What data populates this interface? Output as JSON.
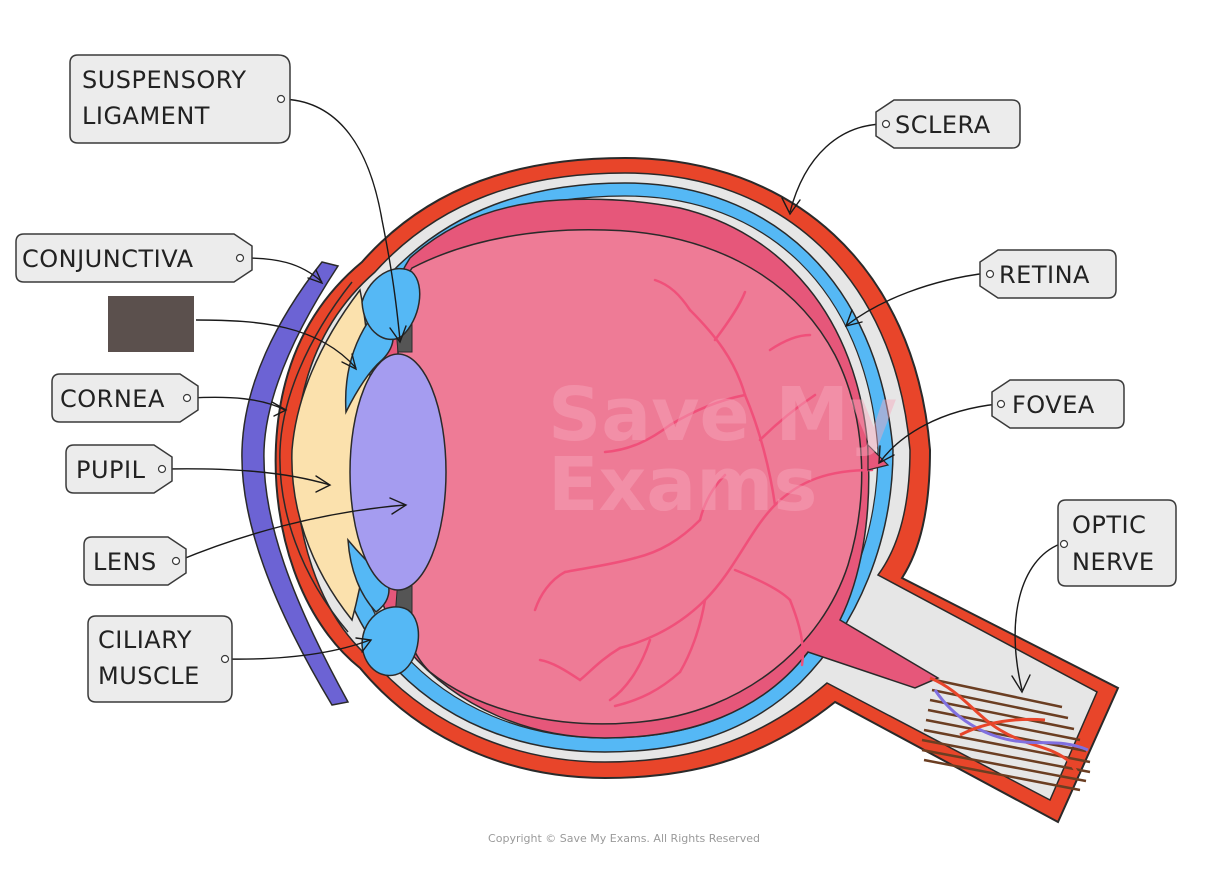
{
  "labels": {
    "suspensory_ligament": [
      "SUSPENSORY",
      "LIGAMENT"
    ],
    "conjunctiva": [
      "CONJUNCTIVA"
    ],
    "cornea": [
      "CORNEA"
    ],
    "pupil": [
      "PUPIL"
    ],
    "lens": [
      "LENS"
    ],
    "ciliary_muscle": [
      "CILIARY",
      "MUSCLE"
    ],
    "sclera": [
      "SCLERA"
    ],
    "retina": [
      "RETINA"
    ],
    "fovea": [
      "FOVEA"
    ],
    "optic_nerve": [
      "OPTIC",
      "NERVE"
    ]
  },
  "redacted_label": "",
  "watermark": [
    "Save My",
    "Exams"
  ],
  "copyright": "Copyright © Save My Exams. All Rights Reserved",
  "colors": {
    "sclera": "#e8452a",
    "choroid": "#55b8f5",
    "retina_layer": "#e6577a",
    "vitreous": "#ee7b96",
    "lens": "#a59cf0",
    "ciliary": "#55b8f5",
    "aqueous": "#fbe1ad",
    "conjunctiva": "#6c63d4",
    "blood_vessels": "#f0507a",
    "redaction": "#5b504d"
  }
}
